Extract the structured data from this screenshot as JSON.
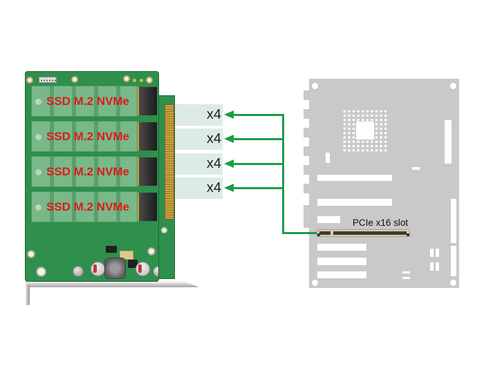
{
  "card": {
    "ssd_rows": [
      {
        "label": "SSD M.2 NVMe"
      },
      {
        "label": "SSD M.2 NVMe"
      },
      {
        "label": "SSD M.2 NVMe"
      },
      {
        "label": "SSD M.2 NVMe"
      }
    ]
  },
  "lanes": [
    {
      "label": "x4"
    },
    {
      "label": "x4"
    },
    {
      "label": "x4"
    },
    {
      "label": "x4"
    }
  ],
  "motherboard": {
    "slot_label": "PCIe x16 slot"
  },
  "colors": {
    "accent-green": "#1a9c4a",
    "pcb-green": "#2f8f4c",
    "band": "#dcebe8",
    "board-gray": "#c9c9c9",
    "slot-tan": "#d7ceb3",
    "slot-dark": "#3e392d",
    "ssd-label-red": "#e01919",
    "lane-text": "#1c1c1c"
  }
}
